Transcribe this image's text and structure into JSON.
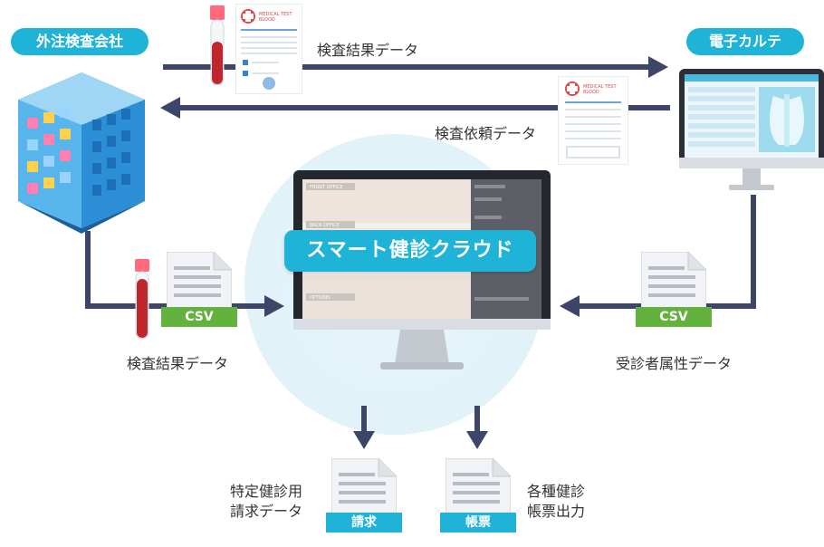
{
  "nodes": {
    "outsourced_lab": "外注検査会社",
    "ehr": "電子カルテ"
  },
  "flows": {
    "result_top": "検査結果データ",
    "request": "検査依頼データ",
    "result_csv": "検査結果データ",
    "patient_attr": "受診者属性データ"
  },
  "center": {
    "brand": "スマート健診クラウド",
    "screen_labels": [
      "FRONT OFFICE",
      "BACK OFFICE",
      "OPTIONS"
    ]
  },
  "tags": {
    "csv_left": "CSV",
    "csv_right": "CSV",
    "billing": "請求",
    "forms": "帳票"
  },
  "outputs": {
    "billing_line1": "特定健診用",
    "billing_line2": "請求データ",
    "forms_line1": "各種健診",
    "forms_line2": "帳票出力"
  },
  "report_doc": {
    "title_top": "MEDICAL TEST",
    "subtitle_top": "BLOOD",
    "title_mid": "MEDICAL TEST",
    "subtitle_mid": "BLOOD"
  },
  "colors": {
    "accent": "#1fb3d8",
    "arrow": "#3d4669",
    "csv_green": "#63b23e",
    "blood_red": "#c0272d"
  }
}
